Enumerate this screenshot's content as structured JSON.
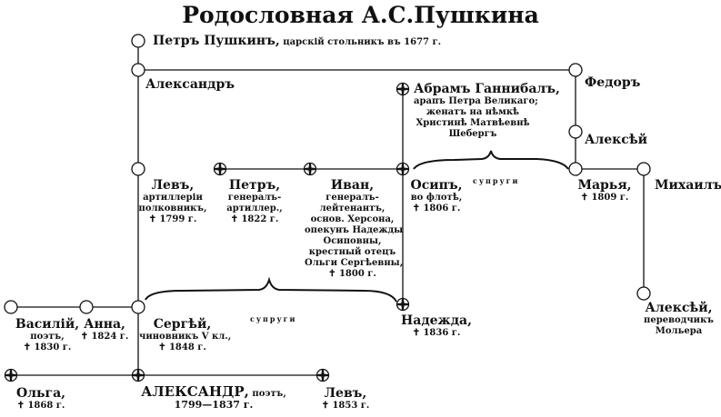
{
  "title": "Родословная А.С.Пушкина",
  "spouses_label": "супруги",
  "people": {
    "petr_pushkin": {
      "name": "Петръ Пушкинъ,",
      "note": "царскій стольникъ въ 1677 г."
    },
    "aleksandr": {
      "name": "Александръ"
    },
    "fedor": {
      "name": "Федоръ"
    },
    "abram": {
      "name": "Абрамъ Ганнибалъ,",
      "lines": [
        "арапъ Петра Великаго;",
        "женатъ на нѣмкѣ",
        "Христинѣ Матвѣевнѣ",
        "Шебергъ"
      ]
    },
    "aleksei1": {
      "name": "Алексѣй"
    },
    "lev1": {
      "name": "Левъ,",
      "lines": [
        "артиллеріи",
        "полковникъ,",
        "✝ 1799 г."
      ]
    },
    "petr2": {
      "name": "Петръ,",
      "lines": [
        "генералъ-",
        "артиллер.,",
        "✝ 1822 г."
      ]
    },
    "ivan": {
      "name": "Иван,",
      "lines": [
        "генералъ-",
        "лейтенантъ,",
        "основ. Херсона,",
        "опекунъ Надежды",
        "Осиповны,",
        "крестный отецъ",
        "Ольги Сергѣевны,",
        "✝ 1800 г."
      ]
    },
    "osip": {
      "name": "Осипъ,",
      "lines": [
        "во флотѣ,",
        "✝ 1806 г."
      ]
    },
    "marya": {
      "name": "Марья,",
      "lines": [
        "✝ 1809 г."
      ]
    },
    "mikhail": {
      "name": "Михаилъ"
    },
    "aleksei2": {
      "name": "Алексѣй,",
      "lines": [
        "переводчикъ",
        "Мольера"
      ]
    },
    "vasily": {
      "name": "Василій,",
      "lines": [
        "поэтъ,",
        "✝ 1830 г."
      ]
    },
    "anna": {
      "name": "Анна,",
      "lines": [
        "✝ 1824 г."
      ]
    },
    "sergei": {
      "name": "Сергѣй,",
      "lines": [
        "чиновникъ V кл.,",
        "✝ 1848 г."
      ]
    },
    "nadezhda": {
      "name": "Надежда,",
      "lines": [
        "✝ 1836 г."
      ]
    },
    "olga": {
      "name": "Ольга,",
      "lines": [
        "✝ 1868 г."
      ]
    },
    "aleksandr_poet": {
      "name": "АЛЕКСАНДР,",
      "note": "поэтъ,",
      "lines": [
        "1799—1837 г."
      ]
    },
    "lev2": {
      "name": "Левъ,",
      "lines": [
        "✝ 1853 г."
      ]
    }
  }
}
